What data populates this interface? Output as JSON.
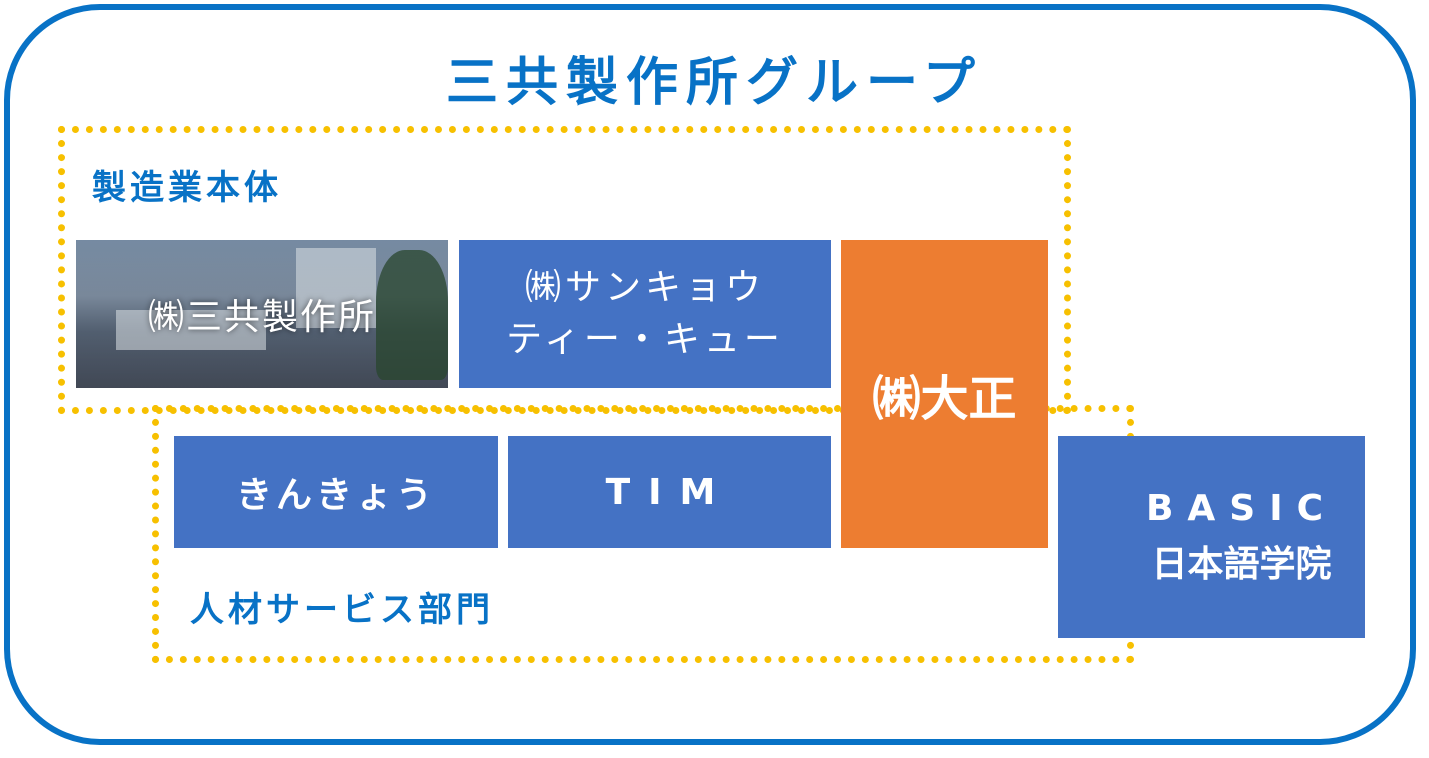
{
  "title": "三共製作所グループ",
  "sections": {
    "manufacturing": "製造業本体",
    "hr": "人材サービス部門"
  },
  "companies": {
    "sankyo": "㈱三共製作所",
    "sqtq_line1": "㈱サンキョウ",
    "sqtq_line2": "ティー・キュー",
    "taisho": "㈱大正",
    "kinkyo": "きんきょう",
    "tim": "TIM",
    "basic_line1": "BASIC",
    "basic_line2": "日本語学院"
  },
  "colors": {
    "frame": "#0872C6",
    "dotted": "#F7C000",
    "blue_box": "#4472C4",
    "orange_box": "#ED7D31"
  }
}
